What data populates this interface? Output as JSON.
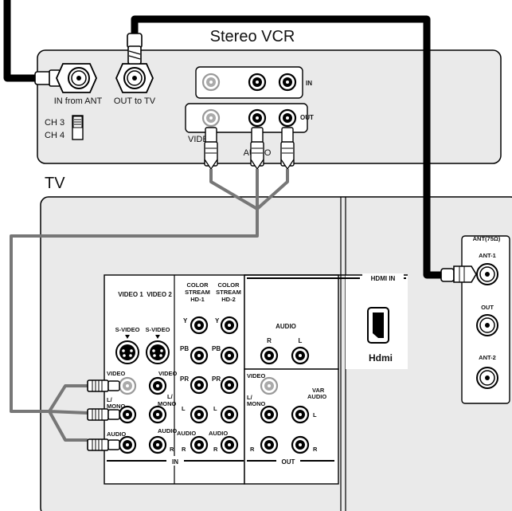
{
  "vcr": {
    "title": "Stereo VCR",
    "in_from_ant": "IN from ANT",
    "out_to_tv": "OUT to TV",
    "ch3": "CH 3",
    "ch4": "CH 4",
    "in_label": "IN",
    "out_label": "OUT",
    "video_label": "VIDEO",
    "audio_label": "AUDIO"
  },
  "tv": {
    "title": "TV",
    "video1": "VIDEO 1",
    "video2": "VIDEO 2",
    "color_stream_hd1": [
      "COLOR",
      "STREAM",
      "HD-1"
    ],
    "color_stream_hd2": [
      "COLOR",
      "STREAM",
      "HD-2"
    ],
    "y": "Y",
    "pb": "PB",
    "pr": "PR",
    "svideo": "S-VIDEO",
    "video_jack": "VIDEO",
    "l_mono": [
      "L/",
      "MONO"
    ],
    "l": "L",
    "r": "R",
    "audio_small": "AUDIO",
    "in_bottom": "IN",
    "out_bottom": "OUT",
    "audio_header": "AUDIO",
    "var_audio": [
      "VAR",
      "AUDIO"
    ],
    "hdmi_in": "HDMI IN",
    "hdmi_logo": "Hdmi",
    "ant_header": "ANT(75Ω)",
    "ant1": "ANT-1",
    "out": "OUT",
    "ant2": "ANT-2"
  }
}
